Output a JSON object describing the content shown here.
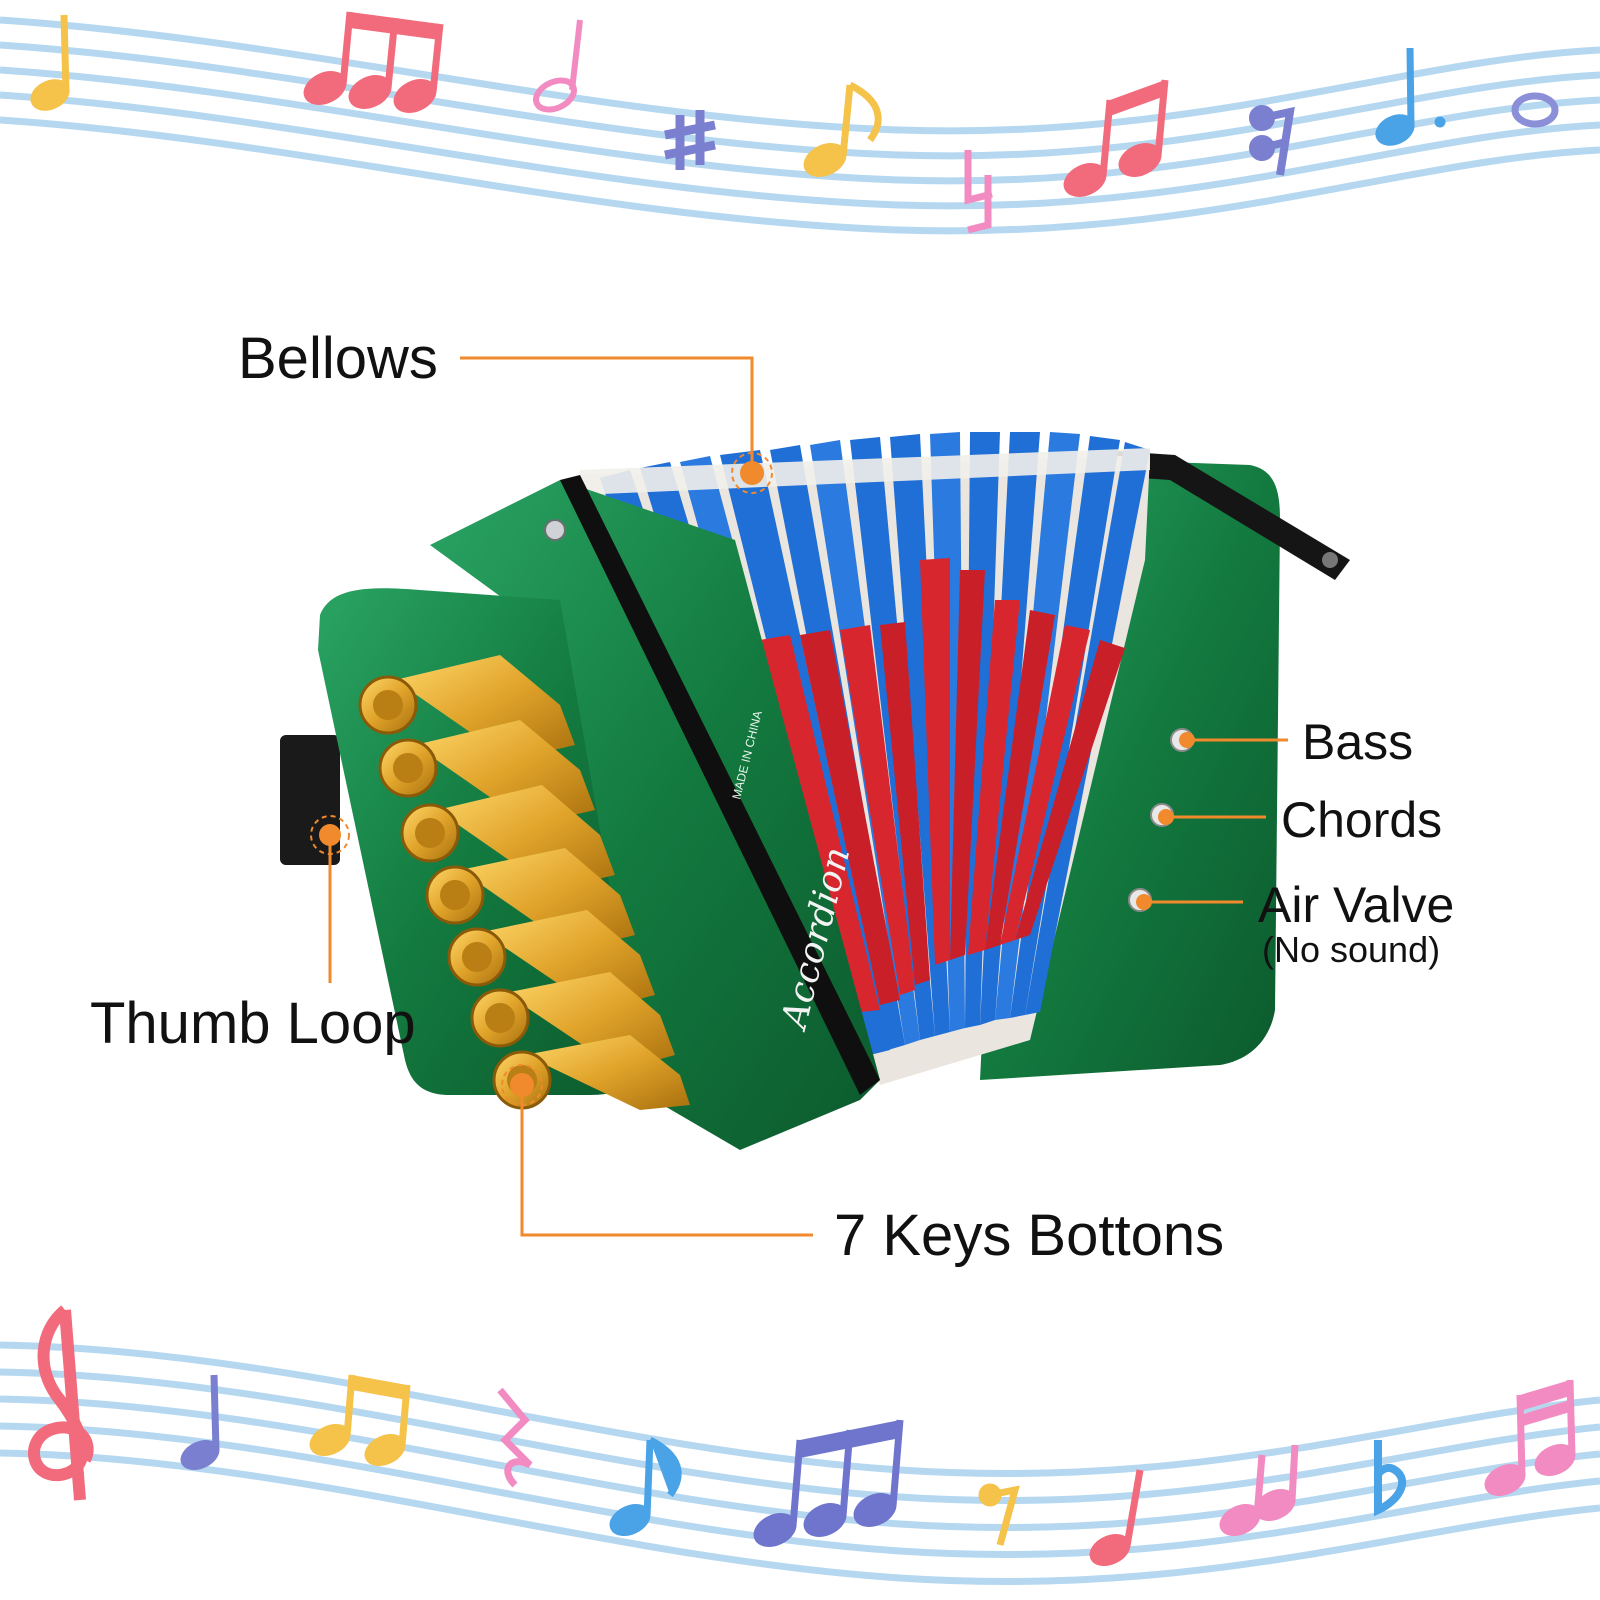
{
  "labels": {
    "bellows": "Bellows",
    "thumb_loop": "Thumb Loop",
    "keys": "7 Keys Bottons",
    "bass": "Bass",
    "chords": "Chords",
    "air_valve": "Air Valve",
    "air_valve_note": "(No sound)"
  },
  "brand_text": "Accordion",
  "made_in": "MADE IN CHINA",
  "colors": {
    "callout": "#f08a2c",
    "body_green": "#1f8a4c",
    "bellows_blue": "#1f6fd6",
    "bellows_red": "#d8262f",
    "key_gold": "#e0a32a"
  },
  "icons": [
    "treble-clef-icon",
    "eighth-note-icon",
    "sharp-icon",
    "natural-icon",
    "flat-icon",
    "rest-icon",
    "whole-note-icon"
  ]
}
